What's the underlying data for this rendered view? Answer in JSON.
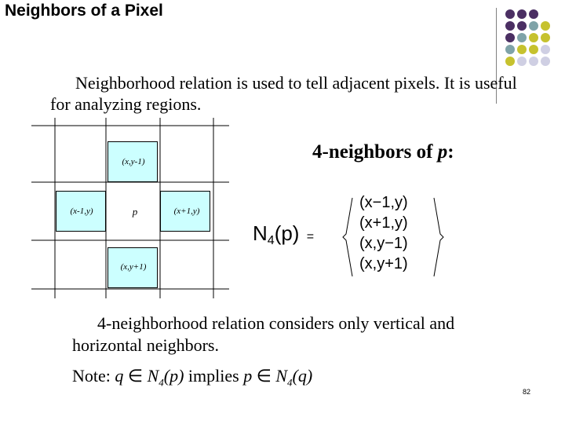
{
  "slide": {
    "title": "Neighbors of a Pixel",
    "intro": "Neighborhood relation is used to tell adjacent pixels. It is useful for analyzing regions.",
    "page_number": "82"
  },
  "diagram": {
    "top_label": "(x,y-1)",
    "left_label": "(x-1,y)",
    "center_label": "p",
    "right_label": "(x+1,y)",
    "bottom_label": "(x,y+1)",
    "highlight_color": "#ccffff"
  },
  "definition": {
    "heading": "4-neighbors of ",
    "heading_var": "p",
    "heading_colon": ":",
    "lhs_symbol": "N",
    "lhs_sub": "4",
    "lhs_arg": "(p)",
    "equals": "=",
    "set": [
      "(x−1,y)",
      "(x+1,y)",
      "(x,y−1)",
      "(x,y+1)"
    ]
  },
  "body": {
    "relation_text": "4-neighborhood relation considers only vertical and horizontal neighbors.",
    "note_prefix": "Note: ",
    "note_q": "q",
    "elem_symbol": "∈",
    "note_n": "N",
    "note_sub": "4",
    "note_arg_p": "(p)",
    "note_mid": " implies ",
    "note_p": "p",
    "note_arg_q": "(q)"
  },
  "decoration": {
    "colors": {
      "purple": "#4b2f63",
      "teal": "#7fa3a8",
      "olive": "#c6c22e",
      "lavender": "#cfcfe3",
      "rule": "#808080"
    }
  }
}
